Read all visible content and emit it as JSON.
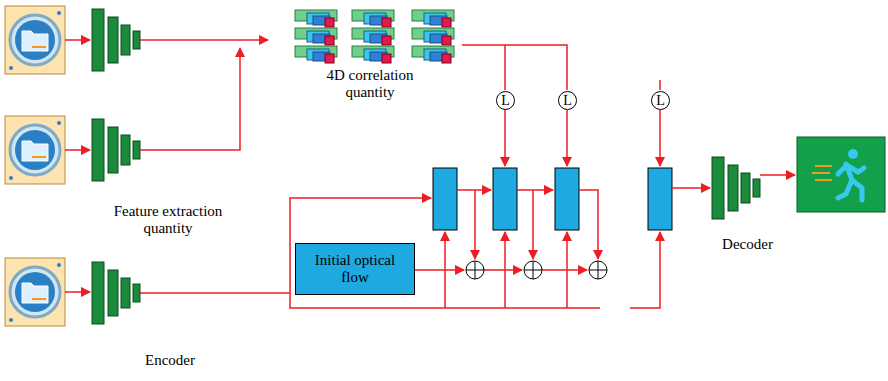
{
  "diagram": {
    "nodes": [
      {
        "text": [
          "L"
        ]
      },
      {
        "text": [
          "L"
        ]
      },
      {
        "text": [
          "L"
        ]
      },
      {
        "text": [
          "Initial optical flow"
        ]
      }
    ],
    "labels": [
      "4D correlation quantity",
      "Feature extraction quantity",
      "Encoder",
      "Decoder"
    ]
  }
}
